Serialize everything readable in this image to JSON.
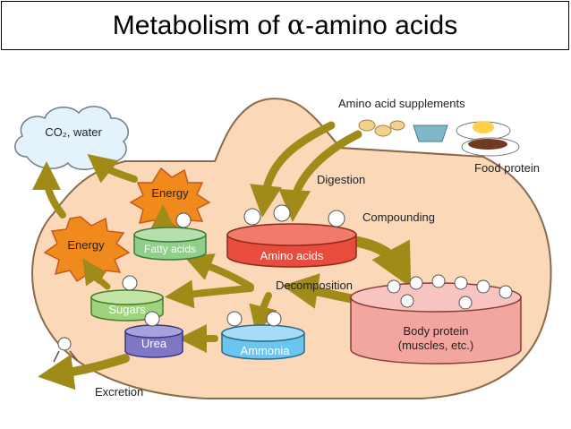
{
  "title": {
    "prefix": "Metabolism of ",
    "greek": "α",
    "suffix": "-amino acids"
  },
  "labels": {
    "co2_water": "CO₂, water",
    "energy_top": "Energy",
    "energy_left": "Energy",
    "fatty_acids": "Fatty acids",
    "amino_acids": "Amino acids",
    "sugars": "Sugars",
    "urea": "Urea",
    "ammonia": "Ammonia",
    "body_protein_line1": "Body protein",
    "body_protein_line2": "(muscles, etc.)",
    "amino_acid_supplements": "Amino acid supplements",
    "food_protein": "Food protein",
    "digestion": "Digestion",
    "compounding": "Compounding",
    "decomposition": "Decomposition",
    "excretion": "Excretion"
  },
  "colors": {
    "body_fill": "#fbd9b8",
    "arrow": "#a08a18",
    "energy": "#f08a1c",
    "cloud": "#e4f2fb",
    "amino_dish": "#e84c3c",
    "body_protein_dish": "#f3a6a0",
    "fatty_dish": "#8fcf8a",
    "sugars_dish": "#9ed27d",
    "urea_dish": "#7d77c4",
    "ammonia_dish": "#6cc5ef"
  }
}
